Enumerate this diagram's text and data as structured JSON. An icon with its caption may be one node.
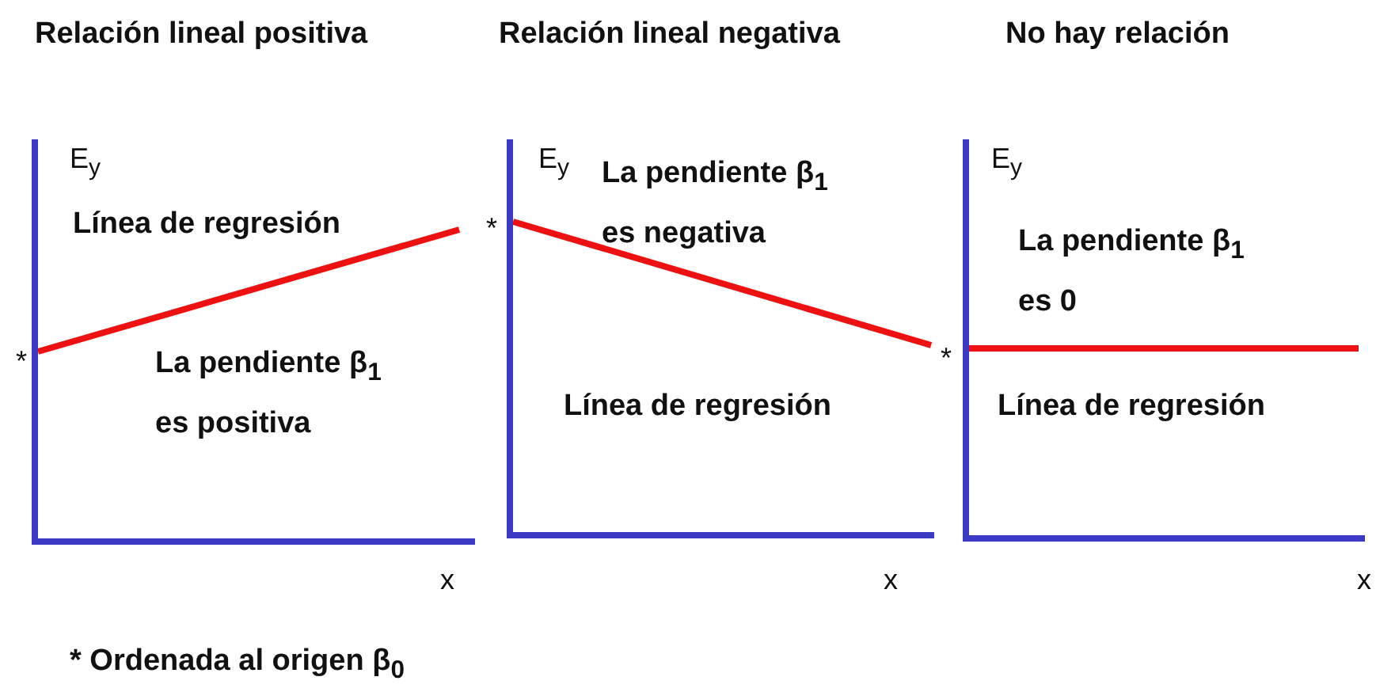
{
  "diagram": {
    "labels": [
      "Relación lineal positiva",
      "Relación lineal negativa",
      "No hay relación",
      "E$_{y}$",
      "Línea de regresión",
      "*",
      "La pendiente β$_{1}$ es positiva",
      "x",
      "E$_{y}$",
      "*",
      "La pendiente β$_{1}$ es negativa",
      "Línea de regresión",
      "x",
      "E$_{y}$",
      "La pendiente β$_{1}$ es 0",
      "*",
      "Línea de regresión",
      "x",
      "* Ordenada al origen β$_{0}$"
    ]
  }
}
